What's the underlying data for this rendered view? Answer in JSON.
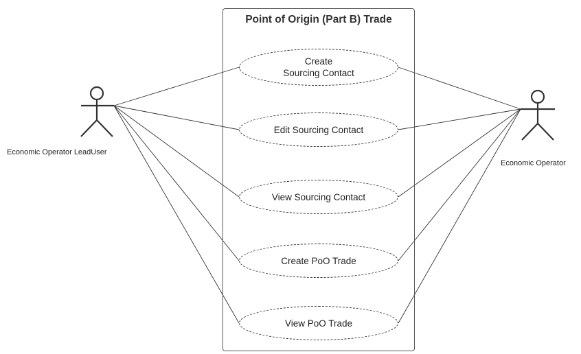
{
  "system_boundary": {
    "title": "Point of Origin (Part B) Trade"
  },
  "actors": {
    "lead_user": {
      "label": "Economic Operator LeadUser"
    },
    "operator": {
      "label": "Economic Operator"
    }
  },
  "use_cases": [
    {
      "label": "Create\nSourcing Contact"
    },
    {
      "label": "Edit Sourcing Contact"
    },
    {
      "label": "View Sourcing Contact"
    },
    {
      "label": "Create PoO Trade"
    },
    {
      "label": "View PoO Trade"
    }
  ]
}
